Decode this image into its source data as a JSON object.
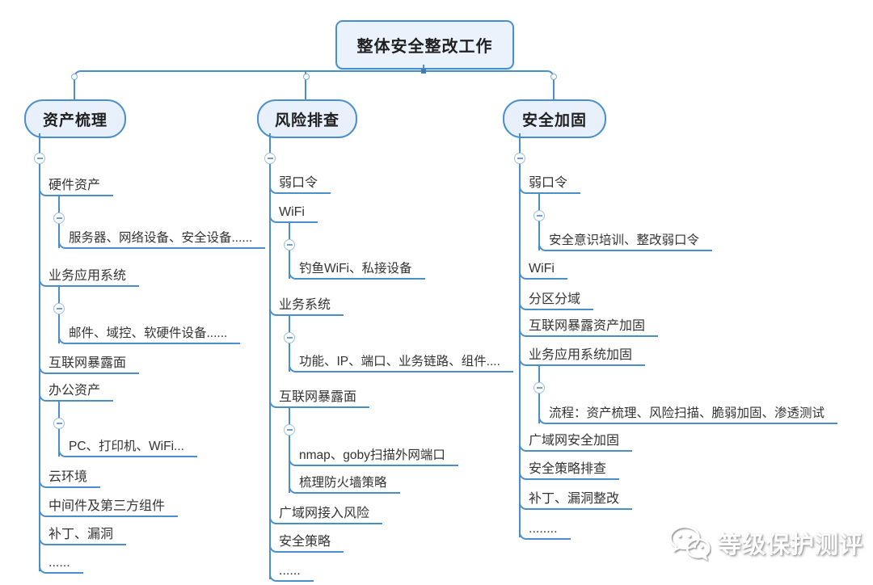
{
  "root": {
    "label": "整体安全整改工作"
  },
  "branches": [
    {
      "label": "资产梳理",
      "items": [
        {
          "label": "硬件资产",
          "children": [
            {
              "label": "服务器、网络设备、安全设备......"
            }
          ]
        },
        {
          "label": "业务应用系统",
          "children": [
            {
              "label": "邮件、域控、软硬件设备......"
            }
          ]
        },
        {
          "label": "互联网暴露面",
          "children": []
        },
        {
          "label": "办公资产",
          "children": [
            {
              "label": "PC、打印机、WiFi..."
            }
          ]
        },
        {
          "label": "云环境",
          "children": []
        },
        {
          "label": "中间件及第三方组件",
          "children": []
        },
        {
          "label": "补丁、漏洞",
          "children": []
        },
        {
          "label": "......",
          "children": []
        }
      ]
    },
    {
      "label": "风险排查",
      "items": [
        {
          "label": "弱口令",
          "children": []
        },
        {
          "label": "WiFi",
          "children": [
            {
              "label": "钓鱼WiFi、私接设备"
            }
          ]
        },
        {
          "label": "业务系统",
          "children": [
            {
              "label": "功能、IP、端口、业务链路、组件...."
            }
          ]
        },
        {
          "label": "互联网暴露面",
          "children": [
            {
              "label": "nmap、goby扫描外网端口"
            },
            {
              "label": "梳理防火墙策略"
            }
          ]
        },
        {
          "label": "广域网接入风险",
          "children": []
        },
        {
          "label": "安全策略",
          "children": []
        },
        {
          "label": "......",
          "children": []
        }
      ]
    },
    {
      "label": "安全加固",
      "items": [
        {
          "label": "弱口令",
          "children": [
            {
              "label": "安全意识培训、整改弱口令"
            }
          ]
        },
        {
          "label": "WiFi",
          "children": []
        },
        {
          "label": "分区分域",
          "children": []
        },
        {
          "label": "互联网暴露资产加固",
          "children": []
        },
        {
          "label": "业务应用系统加固",
          "children": [
            {
              "label": "流程：资产梳理、风险扫描、脆弱加固、渗透测试"
            }
          ]
        },
        {
          "label": "广域网安全加固",
          "children": []
        },
        {
          "label": "安全策略排查",
          "children": []
        },
        {
          "label": "补丁、漏洞整改",
          "children": []
        },
        {
          "label": "........",
          "children": []
        }
      ]
    }
  ],
  "watermark": {
    "icon": "wechat-icon",
    "text": "等级保护测评"
  },
  "colors": {
    "line": "#4a8fcb",
    "node_fill": "#e7f0fb",
    "root_fill": "#eaf2fc",
    "toggle_border": "#9cc0e4",
    "text": "#333333"
  }
}
